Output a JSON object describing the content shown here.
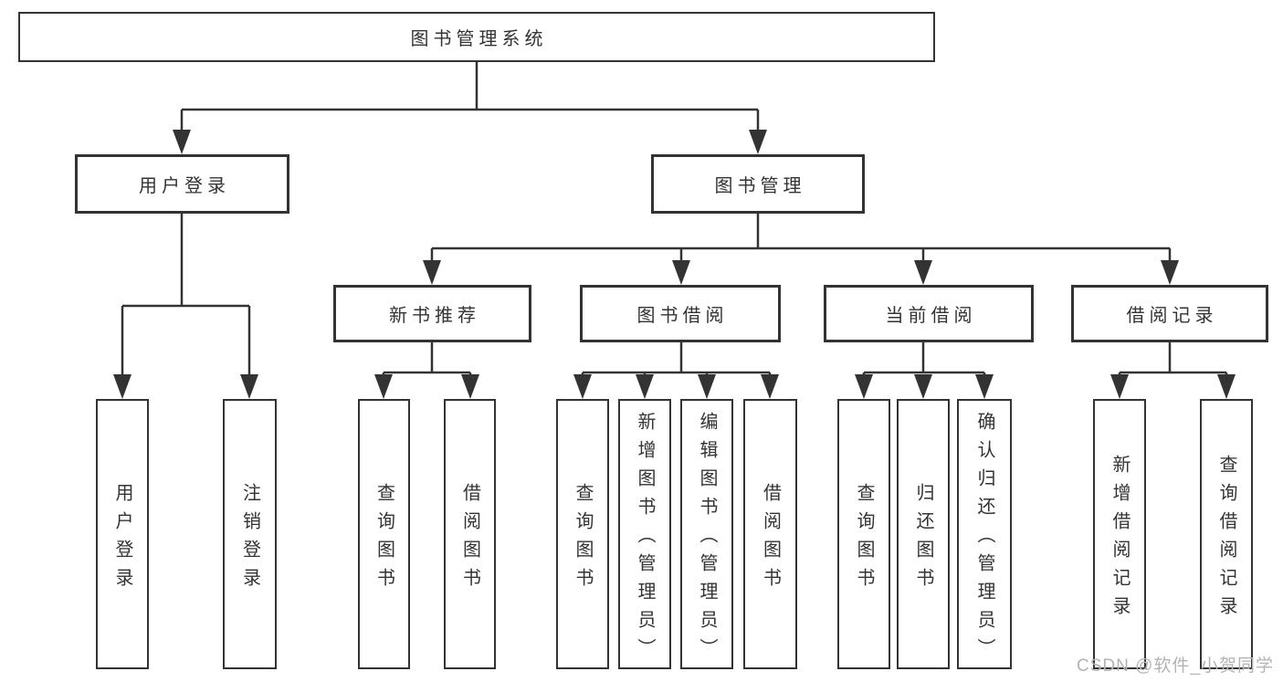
{
  "tree": {
    "root": {
      "label": "图书管理系统"
    },
    "branches": [
      {
        "label": "用户登录",
        "children": [
          {
            "label": "用户登录"
          },
          {
            "label": "注销登录"
          }
        ]
      },
      {
        "label": "图书管理",
        "children": [
          {
            "label": "新书推荐",
            "children": [
              {
                "label": "查询图书"
              },
              {
                "label": "借阅图书"
              }
            ]
          },
          {
            "label": "图书借阅",
            "children": [
              {
                "label": "查询图书"
              },
              {
                "label": "新增图书（管理员）"
              },
              {
                "label": "编辑图书（管理员）"
              },
              {
                "label": "借阅图书"
              }
            ]
          },
          {
            "label": "当前借阅",
            "children": [
              {
                "label": "查询图书"
              },
              {
                "label": "归还图书"
              },
              {
                "label": "确认归还（管理员）"
              }
            ]
          },
          {
            "label": "借阅记录",
            "children": [
              {
                "label": "新增借阅记录"
              },
              {
                "label": "查询借阅记录"
              }
            ]
          }
        ]
      }
    ]
  },
  "watermark": "CSDN @软件_小贺同学",
  "colors": {
    "line": "#333333",
    "box_border": "#333333",
    "box_fill": "#ffffff",
    "text": "#333333",
    "watermark": "#b3b3b3",
    "background": "#ffffff"
  }
}
